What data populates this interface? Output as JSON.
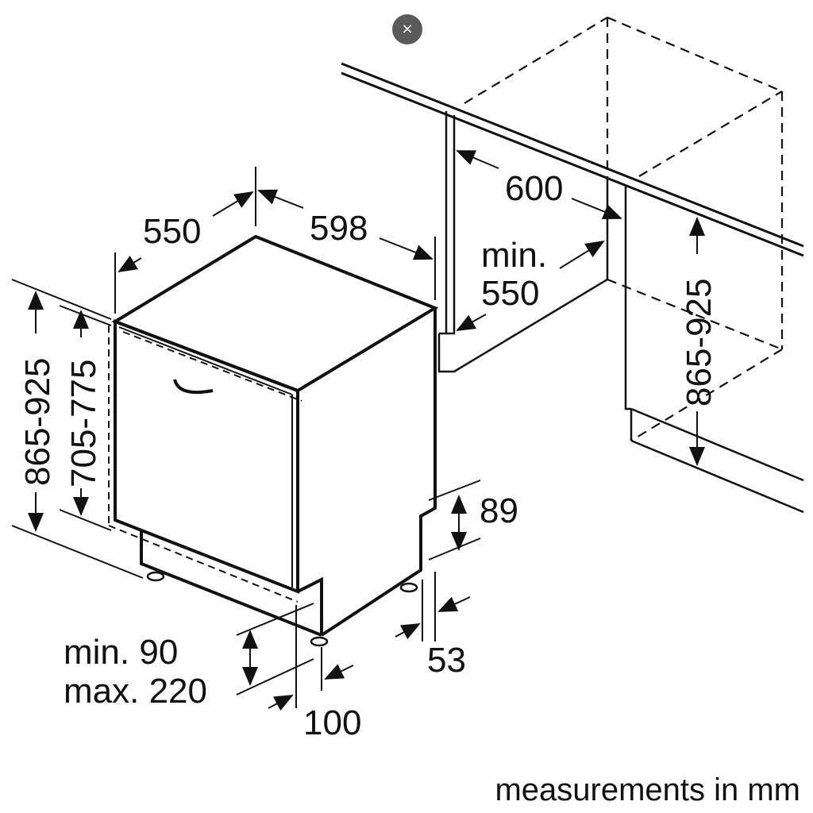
{
  "close_button": {
    "glyph": "×",
    "icon": "close-icon"
  },
  "dimensions": {
    "width_top": "598",
    "depth_top": "550",
    "height_total": "865-925",
    "height_door": "705-775",
    "niche_width": "600",
    "niche_depth_1": "min.",
    "niche_depth_2": "550",
    "niche_height": "865-925",
    "plinth_right": "89",
    "foot_right": "53",
    "plinth_min": "min. 90",
    "plinth_max": "max. 220",
    "foot_front": "100"
  },
  "footer": {
    "units_note": "measurements in mm"
  }
}
